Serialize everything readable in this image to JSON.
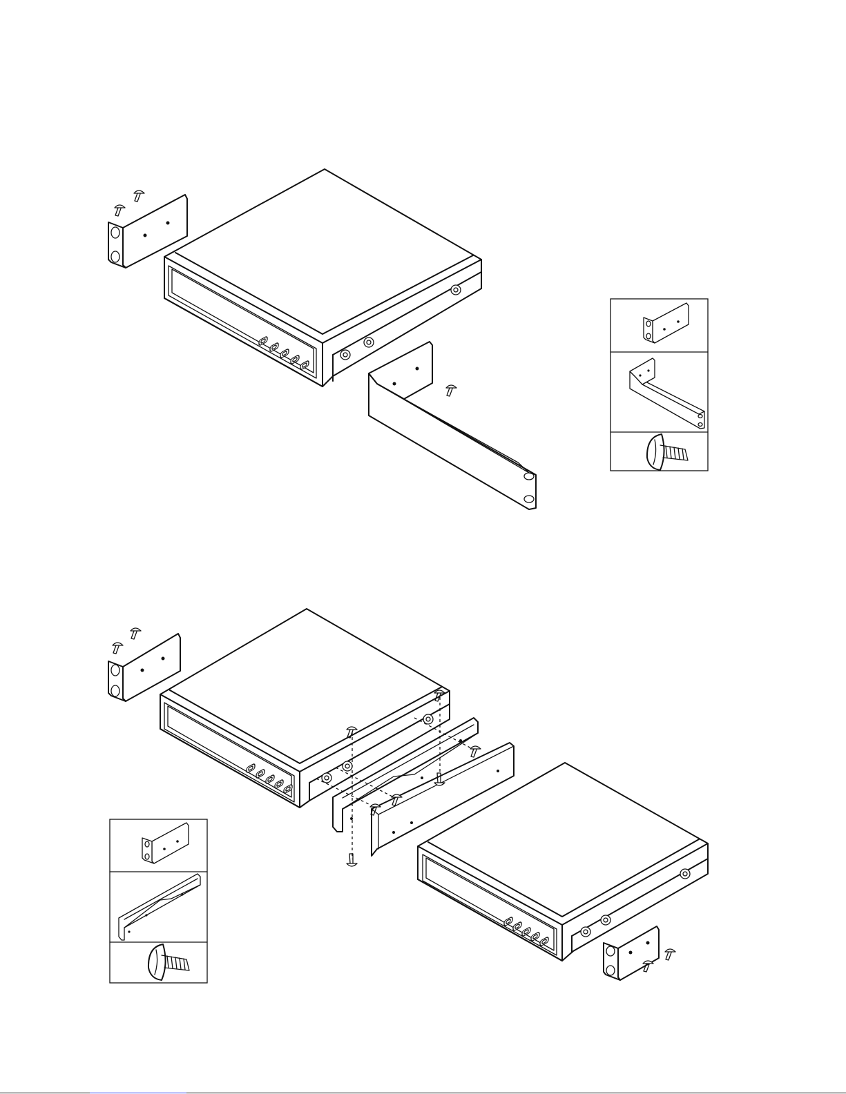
{
  "figures": [
    {
      "id": "single-unit-rack-mount",
      "parts_legend": [
        "short-rack-ear",
        "long-rack-bracket",
        "mounting-screw"
      ]
    },
    {
      "id": "dual-unit-rack-mount",
      "parts_legend": [
        "short-rack-ear",
        "joining-rail",
        "mounting-screw"
      ]
    }
  ],
  "colors": {
    "line": "#111111",
    "background": "#ffffff",
    "footer_link": "#2a3cf0"
  },
  "icons": [
    "screw-icon",
    "rack-ear-icon",
    "rack-bracket-icon",
    "joining-rail-icon",
    "device-chassis-icon",
    "front-button-icon"
  ]
}
